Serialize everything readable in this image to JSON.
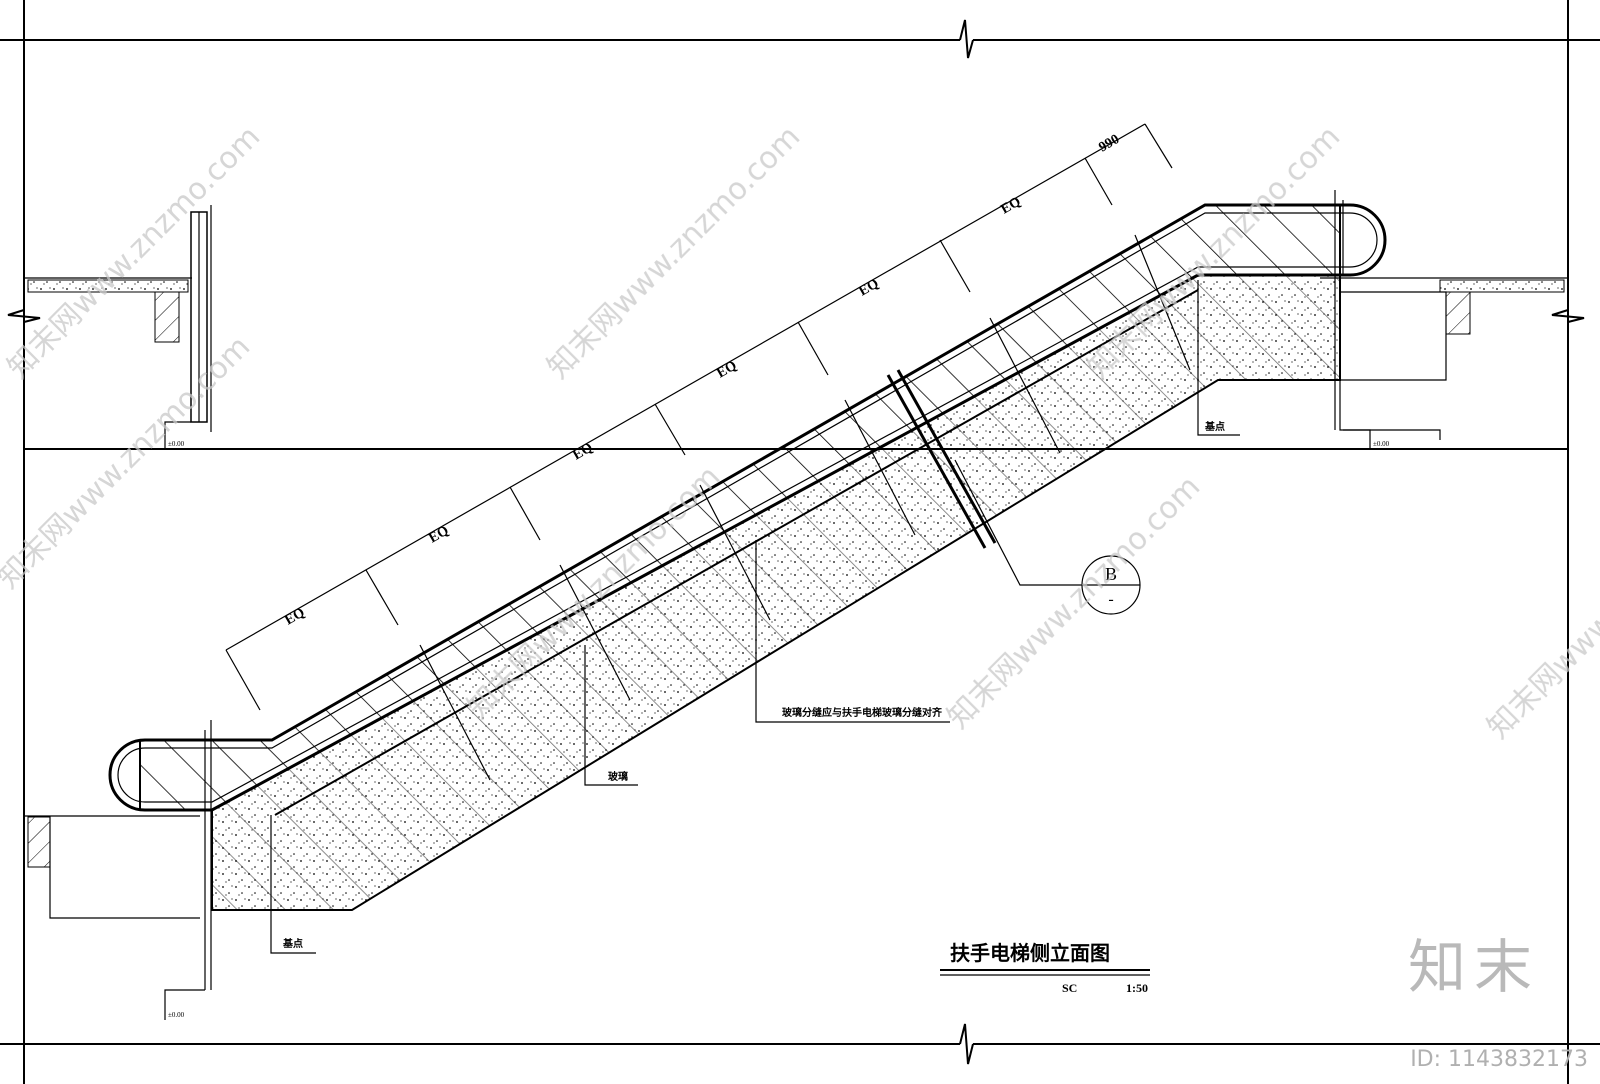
{
  "drawing": {
    "title": "扶手电梯侧立面图",
    "scale_label": "SC",
    "scale_value": "1:50",
    "dimension_top": "990",
    "dimension_segments": [
      "EQ",
      "EQ",
      "EQ",
      "EQ",
      "EQ",
      "EQ"
    ],
    "section_marker": {
      "letter": "B",
      "sub": "-"
    },
    "notes": {
      "glass_joint": "玻璃分缝应与扶手电梯玻璃分缝对齐",
      "glass": "玻璃",
      "point_top": "基点",
      "point_bottom": "基点"
    },
    "level_tags": [
      "±0.00",
      "±0.00",
      "±0.00"
    ]
  },
  "watermark": {
    "site": "知末网www.znzmo.com",
    "brand": "知末",
    "id": "ID: 1143832173"
  }
}
